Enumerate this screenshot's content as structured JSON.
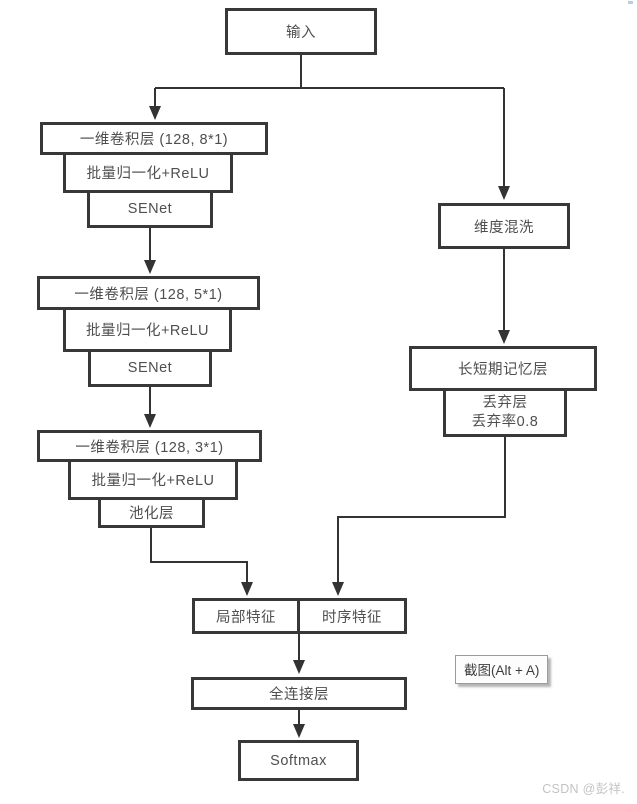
{
  "diagram": {
    "title_hint": "CNN-LSTM dual-branch network flowchart",
    "nodes": {
      "input": "输入",
      "conv1": "一维卷积层 (128, 8*1)",
      "bn1": "批量归一化+ReLU",
      "se1": "SENet",
      "conv2": "一维卷积层 (128, 5*1)",
      "bn2": "批量归一化+ReLU",
      "se2": "SENet",
      "conv3": "一维卷积层 (128, 3*1)",
      "bn3": "批量归一化+ReLU",
      "pool": "池化层",
      "dim_shuffle": "维度混洗",
      "lstm": "长短期记忆层",
      "dropout_line1": "丢弃层",
      "dropout_line2": "丢弃率0.8",
      "local_feat": "局部特征",
      "temporal_feat": "时序特征",
      "fc": "全连接层",
      "softmax": "Softmax"
    },
    "colors": {
      "line": "#333333",
      "box_border": "#383838",
      "text": "#4f4f4f",
      "watermark": "#c3c3c3"
    }
  },
  "overlay": {
    "screenshot_tooltip": "截图(Alt + A)"
  },
  "watermark": "CSDN @彭祥."
}
